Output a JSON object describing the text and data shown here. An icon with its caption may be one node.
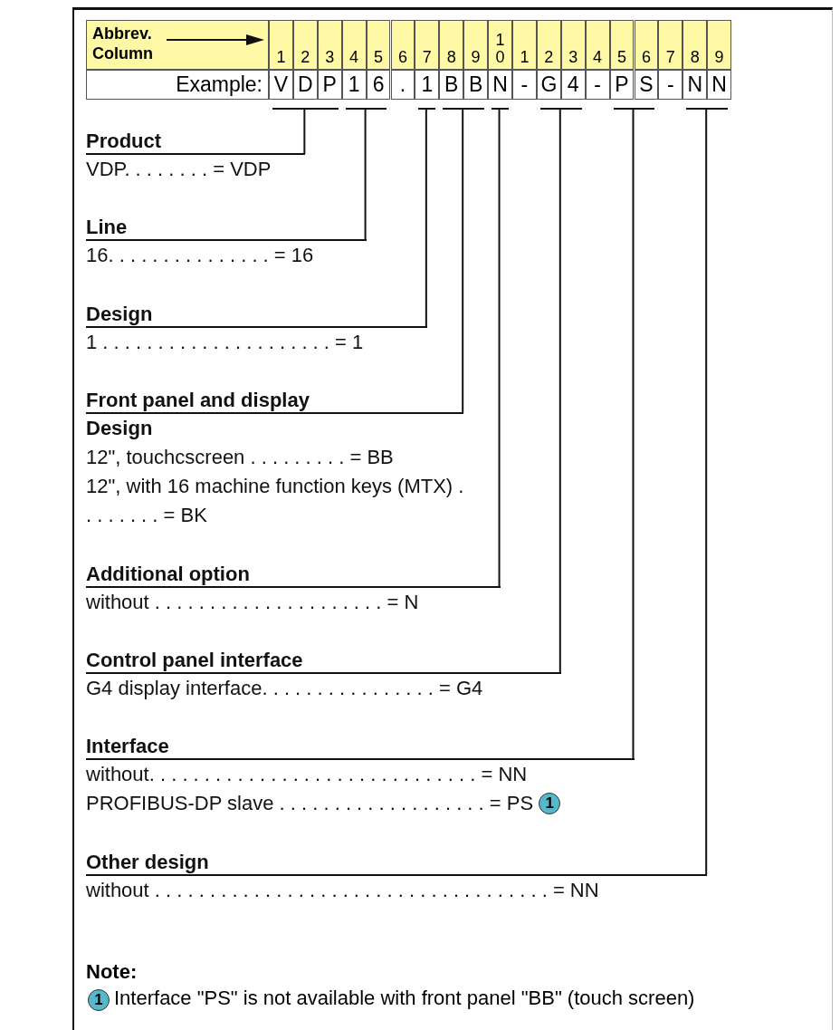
{
  "diagram": {
    "nodes": [
      {
        "text": [],
        "shape": "bar"
      },
      {
        "text": [],
        "shape": "bar"
      },
      {
        "text": [],
        "shape": "bar"
      },
      {
        "text": [],
        "shape": "bar"
      },
      {
        "text": [],
        "shape": "bar"
      },
      {
        "text": [],
        "shape": "bar"
      },
      {
        "text": [],
        "shape": "bar"
      },
      {
        "text": [],
        "shape": "bar"
      },
      {
        "text": [
          "Product",
          "VDP. . . . . . . . = VDP"
        ]
      },
      {
        "text": [
          "Line",
          "16. . . . . . . . . . . . . . . = 16"
        ]
      },
      {
        "text": [
          "Design",
          "1 . . . . . . . . . . . . . . . . . . . . . = 1"
        ]
      },
      {
        "text": [
          "Front panel and display",
          "Design",
          "12\", touchcscreen . . . . . . . . . = BB",
          "12\", with 16 machine function keys (MTX) . . . . . . . . = BK"
        ]
      },
      {
        "text": [
          "Additional option",
          "without . . . . . . . . . . . . . . . . . . . . . = N"
        ]
      },
      {
        "text": [
          "Control panel interface",
          "G4 display interface. . . . . . . . . . . . . . . . = G4"
        ]
      },
      {
        "text": [
          "Interface",
          "without. . . . . . . . . . . . . . . . . . . . . . . . . . . . . . = NN",
          "PROFIBUS-DP slave . . . . . . . . . . . . . . . . . . . = PS"
        ]
      },
      {
        "text": [
          "1"
        ]
      },
      {
        "text": [
          "Other design",
          "without . . . . . . . . . . . . . . . . . . . . . . . . . . . . . . . . . . . . = NN"
        ]
      },
      {
        "text": [
          "1"
        ]
      }
    ],
    "edges": [
      {
        "from": 8,
        "to": 0,
        "arrow": "none"
      },
      {
        "from": 9,
        "to": 1,
        "arrow": "none"
      },
      {
        "from": 10,
        "to": 2,
        "arrow": "none"
      },
      {
        "from": 11,
        "to": 3,
        "arrow": "none"
      },
      {
        "from": 12,
        "to": 4,
        "arrow": "none"
      },
      {
        "from": 13,
        "to": 5,
        "arrow": "none"
      },
      {
        "from": 14,
        "to": 6,
        "arrow": "none"
      },
      {
        "from": 16,
        "to": 7,
        "arrow": "none"
      }
    ],
    "labels": [
      "Abbrev. Column",
      "1",
      "2",
      "3",
      "4",
      "5",
      "6",
      "7",
      "8",
      "9",
      "10",
      "1",
      "2",
      "3",
      "4",
      "5",
      "6",
      "7",
      "8",
      "9",
      "Example:",
      "V",
      "D",
      "P",
      "1",
      "6",
      ".",
      "1",
      "B",
      "B",
      "N",
      "-",
      "G",
      "4",
      "-",
      "P",
      "S",
      "-",
      "N",
      "N",
      "Note:",
      "Interface \"PS\" is not available with front panel \"BB\" (touch screen)"
    ]
  }
}
